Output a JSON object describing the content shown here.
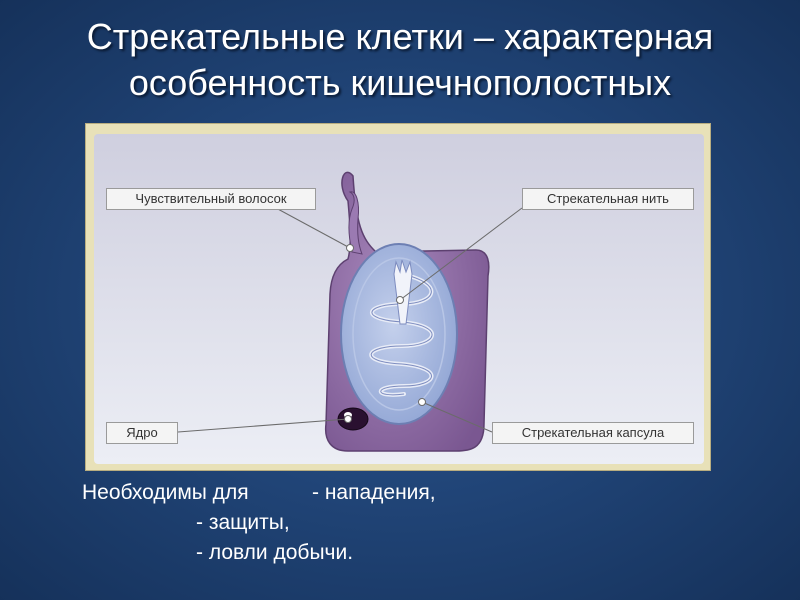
{
  "slide": {
    "title_line1": "Стрекательные клетки – характерная",
    "title_line2": "особенность кишечнополостных"
  },
  "diagram": {
    "labels": {
      "hair": "Чувствительный волосок",
      "thread": "Стрекательная нить",
      "nucleus": "Ядро",
      "capsule": "Стрекательная капсула"
    }
  },
  "bullets": {
    "lead": "Необходимы для",
    "item1": "- нападения,",
    "item2": "- защиты,",
    "item3": "- ловли добычи."
  },
  "colors": {
    "background": "#1c3f6e",
    "cell": "#8f6aa3",
    "capsule": "#9fb3dc",
    "nucleus": "#2a1030"
  }
}
